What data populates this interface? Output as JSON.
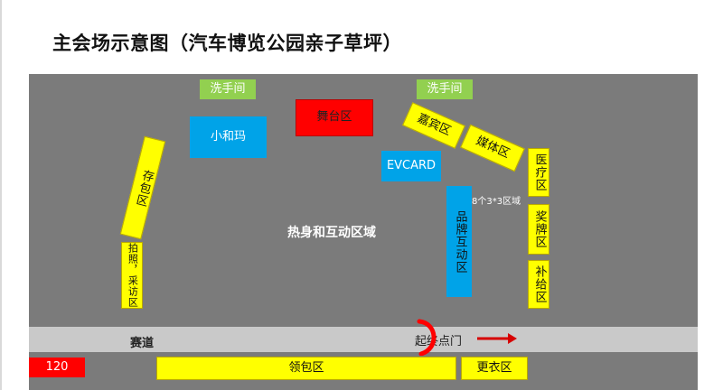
{
  "title": "主会场示意图（汽车博览公园亲子草坪）",
  "areas": {
    "restroom_left": "洗手间",
    "restroom_right": "洗手间",
    "stage": "舞台区",
    "xiaohema": "小和玛",
    "guest": "嘉宾区",
    "media": "媒体区",
    "evcard": "EVCARD",
    "bag_storage": "存包区",
    "photo_interview": "拍照，采访区",
    "warmup": "热身和互动区域",
    "brand_interaction": "品牌互动区",
    "brand_note": "8个3*3区域",
    "medical": "医疗区",
    "award": "奖牌区",
    "supply": "补给区",
    "race_track": "赛道",
    "start_gate": "起终点门",
    "number_120": "120",
    "pickup": "领包区",
    "changing": "更衣区"
  },
  "colors": {
    "field": "#7b7b7b",
    "track": "#c9c9c9",
    "yellow": "#ffff00",
    "blue": "#00a3e8",
    "green": "#92d050",
    "red": "#ff0000"
  }
}
